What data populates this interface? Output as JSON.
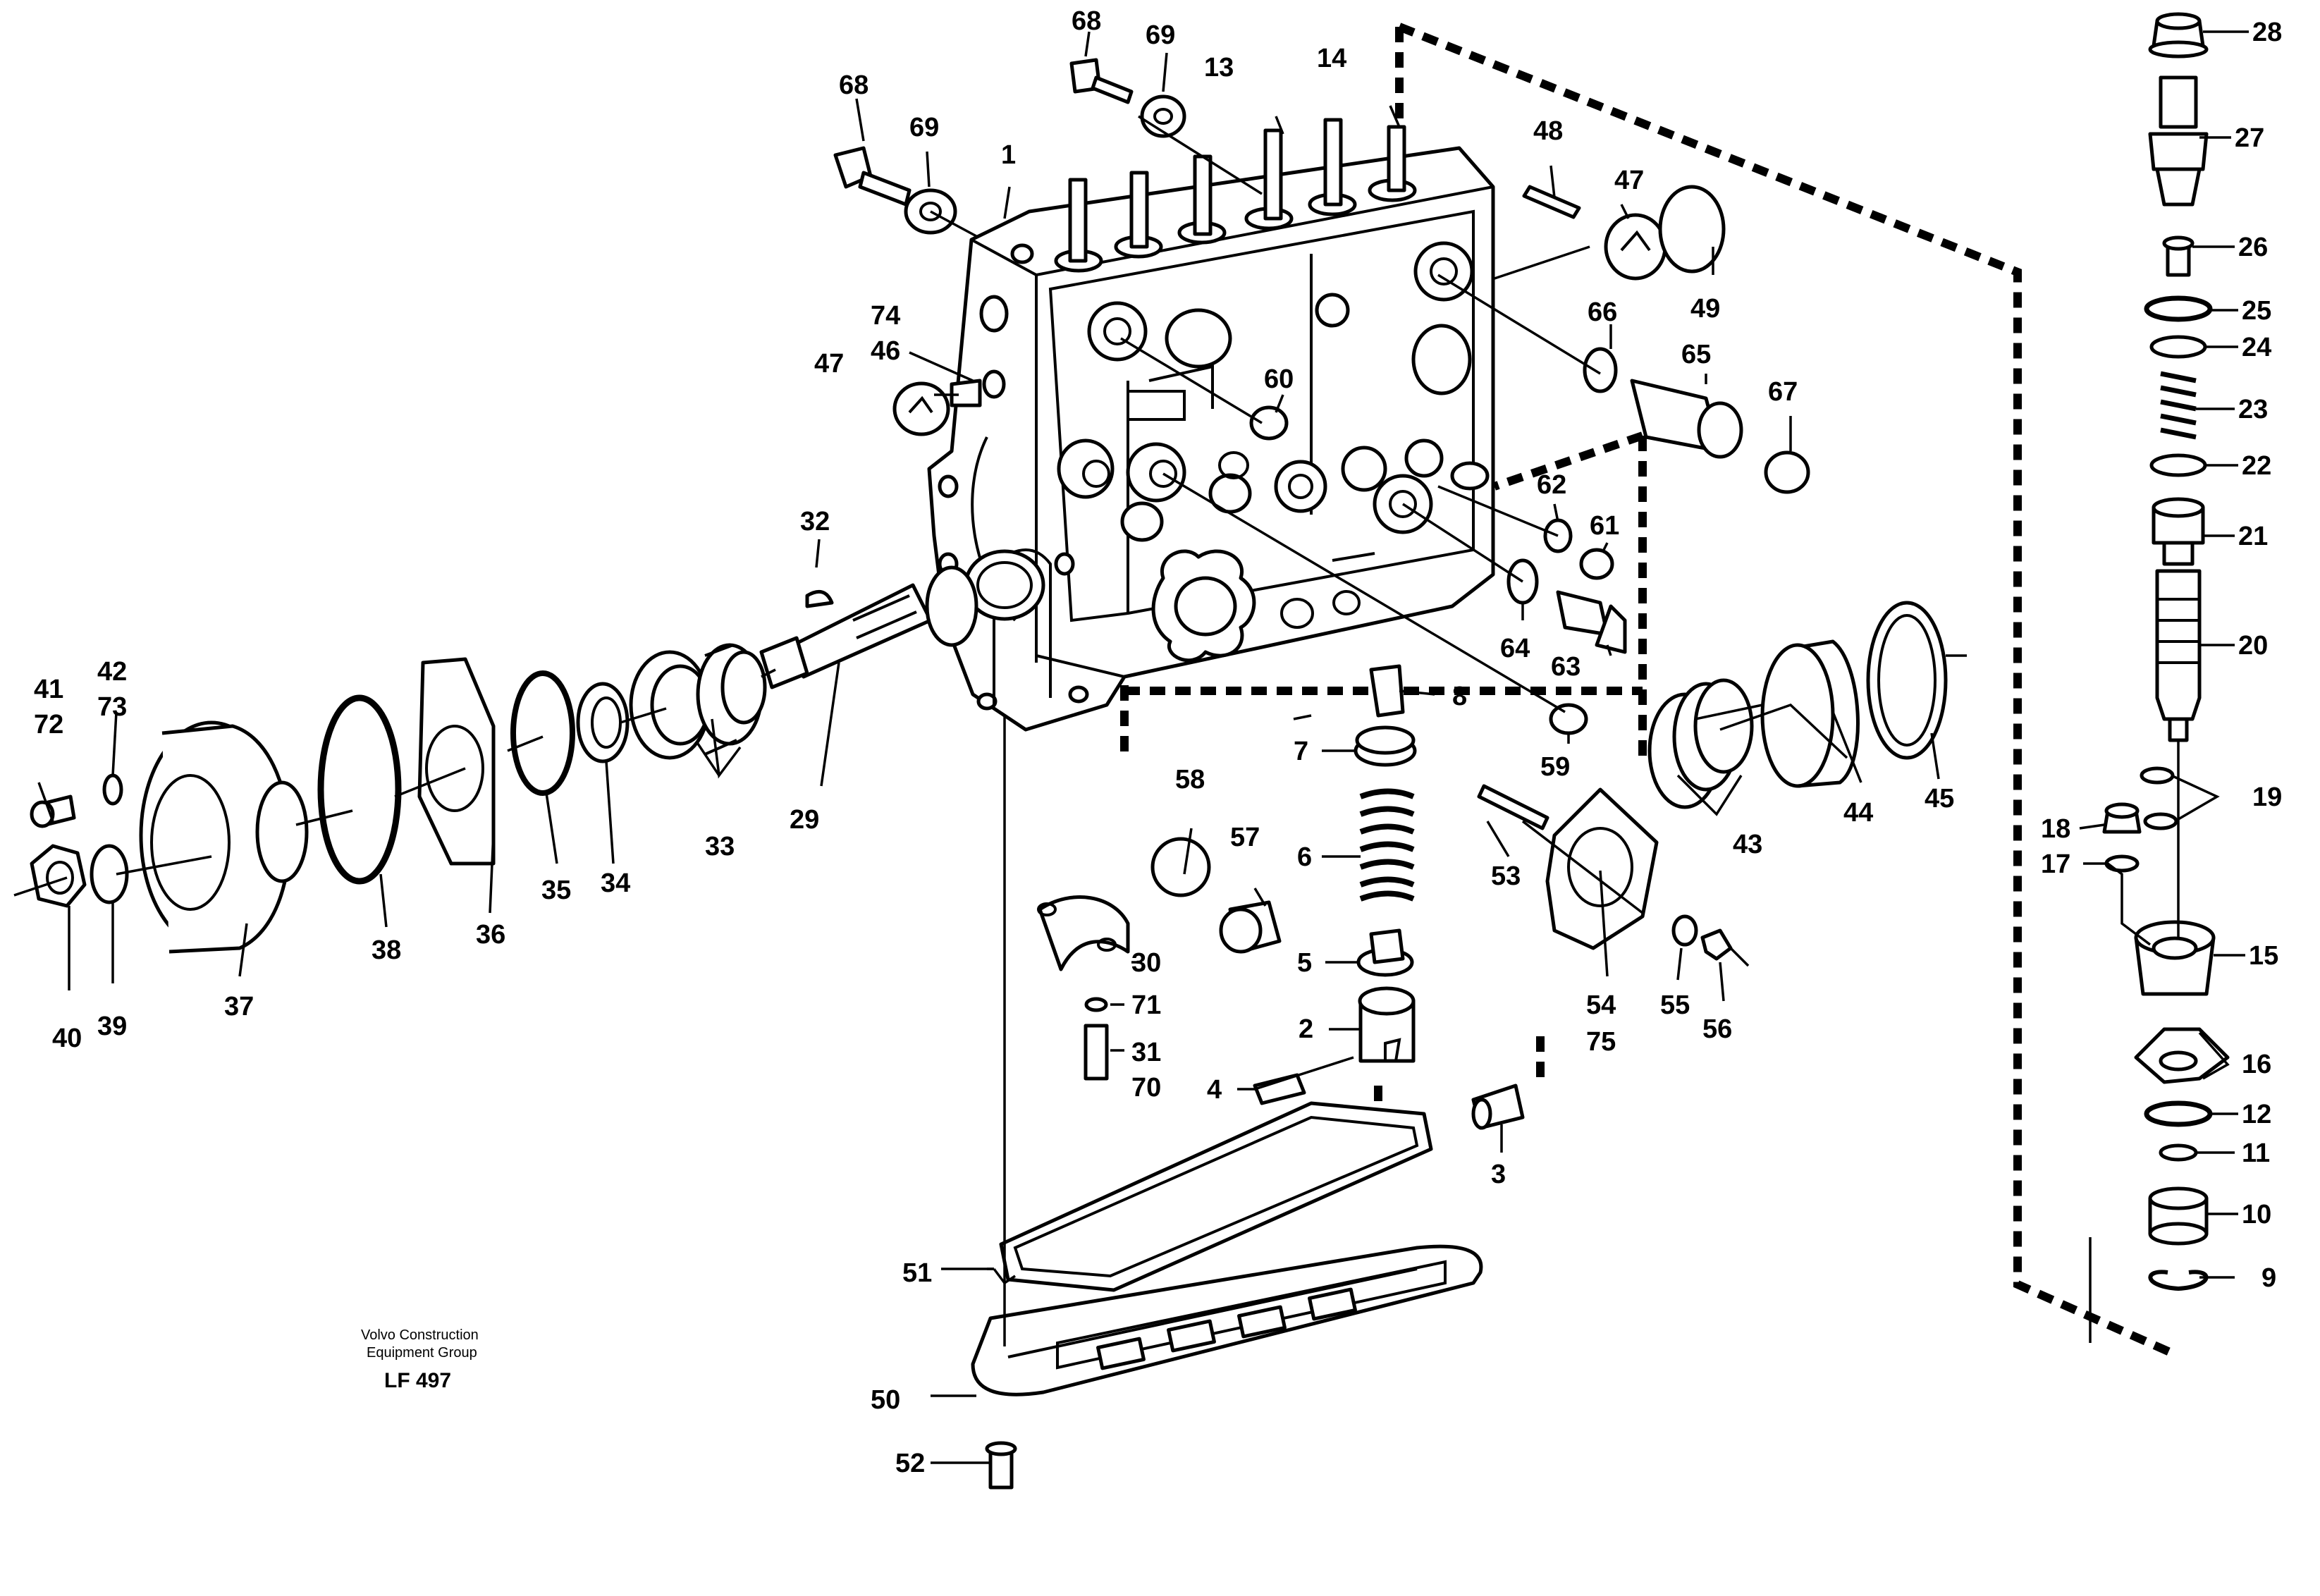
{
  "caption": {
    "line1": "Volvo Construction",
    "line2": "Equipment Group",
    "ref": "LF 497"
  },
  "labels": {
    "n1": "1",
    "n2": "2",
    "n3": "3",
    "n4": "4",
    "n5": "5",
    "n6": "6",
    "n7": "7",
    "n8": "8",
    "n9": "9",
    "n10": "10",
    "n11": "11",
    "n12": "12",
    "n13": "13",
    "n14": "14",
    "n15": "15",
    "n16": "16",
    "n17": "17",
    "n18": "18",
    "n19": "19",
    "n20": "20",
    "n21": "21",
    "n22": "22",
    "n23": "23",
    "n24": "24",
    "n25": "25",
    "n26": "26",
    "n27": "27",
    "n28": "28",
    "n29": "29",
    "n30": "30",
    "n31": "31",
    "n32": "32",
    "n33": "33",
    "n34": "34",
    "n35": "35",
    "n36": "36",
    "n37": "37",
    "n38": "38",
    "n39": "39",
    "n40": "40",
    "n41": "41",
    "n42": "42",
    "n43": "43",
    "n44": "44",
    "n45": "45",
    "n46": "46",
    "n47a": "47",
    "n47b": "47",
    "n48": "48",
    "n49": "49",
    "n50": "50",
    "n51": "51",
    "n52": "52",
    "n53": "53",
    "n54": "54",
    "n55": "55",
    "n56": "56",
    "n57": "57",
    "n58": "58",
    "n59": "59",
    "n60": "60",
    "n61": "61",
    "n62": "62",
    "n63": "63",
    "n64": "64",
    "n65": "65",
    "n66": "66",
    "n67": "67",
    "n68a": "68",
    "n68b": "68",
    "n69a": "69",
    "n69b": "69",
    "n70": "70",
    "n71": "71",
    "n72": "72",
    "n73": "73",
    "n74": "74",
    "n75": "75"
  }
}
